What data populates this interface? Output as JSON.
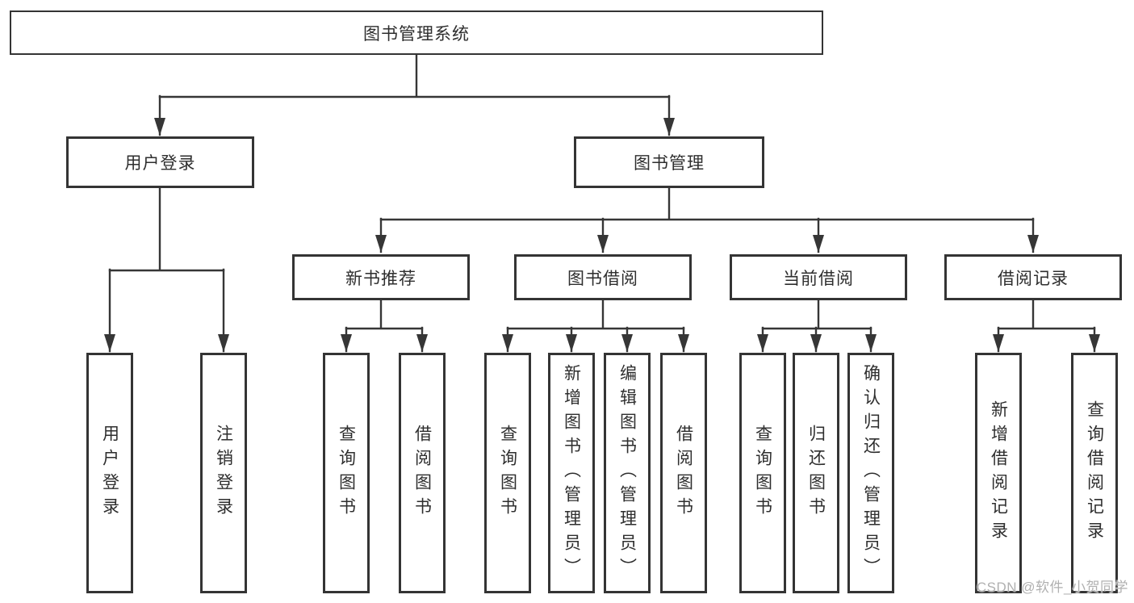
{
  "tree": {
    "label": "图书管理系统",
    "children": [
      {
        "label": "用户登录",
        "children": [
          {
            "label": "用户登录"
          },
          {
            "label": "注销登录"
          }
        ]
      },
      {
        "label": "图书管理",
        "children": [
          {
            "label": "新书推荐",
            "children": [
              {
                "label": "查询图书"
              },
              {
                "label": "借阅图书"
              }
            ]
          },
          {
            "label": "图书借阅",
            "children": [
              {
                "label": "查询图书"
              },
              {
                "label": "新增图书（管理员）"
              },
              {
                "label": "编辑图书（管理员）"
              },
              {
                "label": "借阅图书"
              }
            ]
          },
          {
            "label": "当前借阅",
            "children": [
              {
                "label": "查询图书"
              },
              {
                "label": "归还图书"
              },
              {
                "label": "确认归还（管理员）"
              }
            ]
          },
          {
            "label": "借阅记录",
            "children": [
              {
                "label": "新增借阅记录"
              },
              {
                "label": "查询借阅记录"
              }
            ]
          }
        ]
      }
    ]
  },
  "watermark": {
    "label": "CSDN @软件_小贺同学"
  },
  "colors": {
    "line": "#363636",
    "box_border": "#343434",
    "text": "#2e2e2e",
    "watermark": "#b0b0b0",
    "background": "#ffffff"
  }
}
